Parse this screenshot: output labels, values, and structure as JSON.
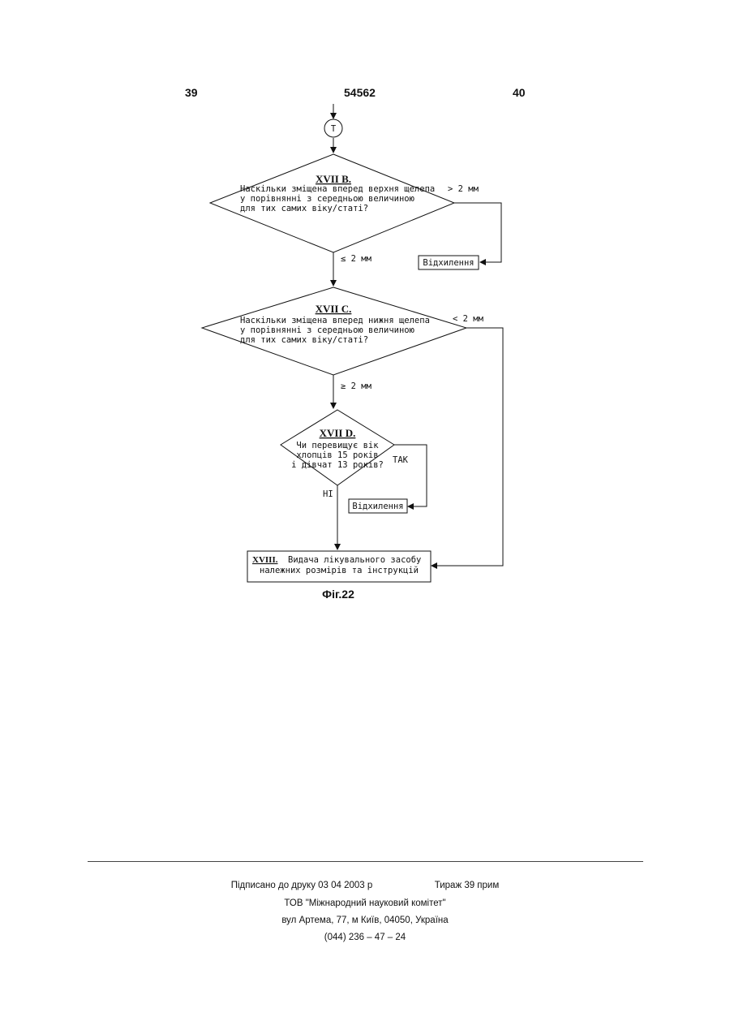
{
  "header": {
    "page_left": "39",
    "patent_number": "54562",
    "page_right": "40"
  },
  "flowchart": {
    "connector": "T",
    "box_b": {
      "title": "XVII B.",
      "lines": [
        "Наскільки зміщена вперед верхня щелепа",
        "у порівнянні з середньою величиною",
        "для тих самих віку/статі?"
      ],
      "yes_label": "> 2 мм",
      "no_label": "≤ 2 мм",
      "result": "Відхилення"
    },
    "box_c": {
      "title": "XVII C.",
      "lines": [
        "Наскільки зміщена вперед нижня щелепа",
        "у порівнянні з середньою величиною",
        "для тих самих віку/статі?"
      ],
      "yes_label": "< 2 мм",
      "no_label": "≥ 2 мм"
    },
    "box_d": {
      "title": "XVII D.",
      "lines": [
        "Чи перевищує вік",
        "хлопців 15 років",
        "і дівчат 13 років?"
      ],
      "yes_label": "ТАК",
      "no_label": "НІ",
      "result": "Відхилення"
    },
    "box_final": {
      "title": "XVIII.",
      "line1": "Видача лікувального засобу",
      "line2": "належних розмірів та інструкцій"
    },
    "caption": "Фіг.22"
  },
  "footer": {
    "signed": "Підписано до друку 03 04 2003 р",
    "circulation": "Тираж 39 прим",
    "publisher": "ТОВ \"Міжнародний науковий комітет\"",
    "address": "вул  Артема, 77, м  Київ, 04050, Україна",
    "phone": "(044) 236 – 47 – 24"
  }
}
